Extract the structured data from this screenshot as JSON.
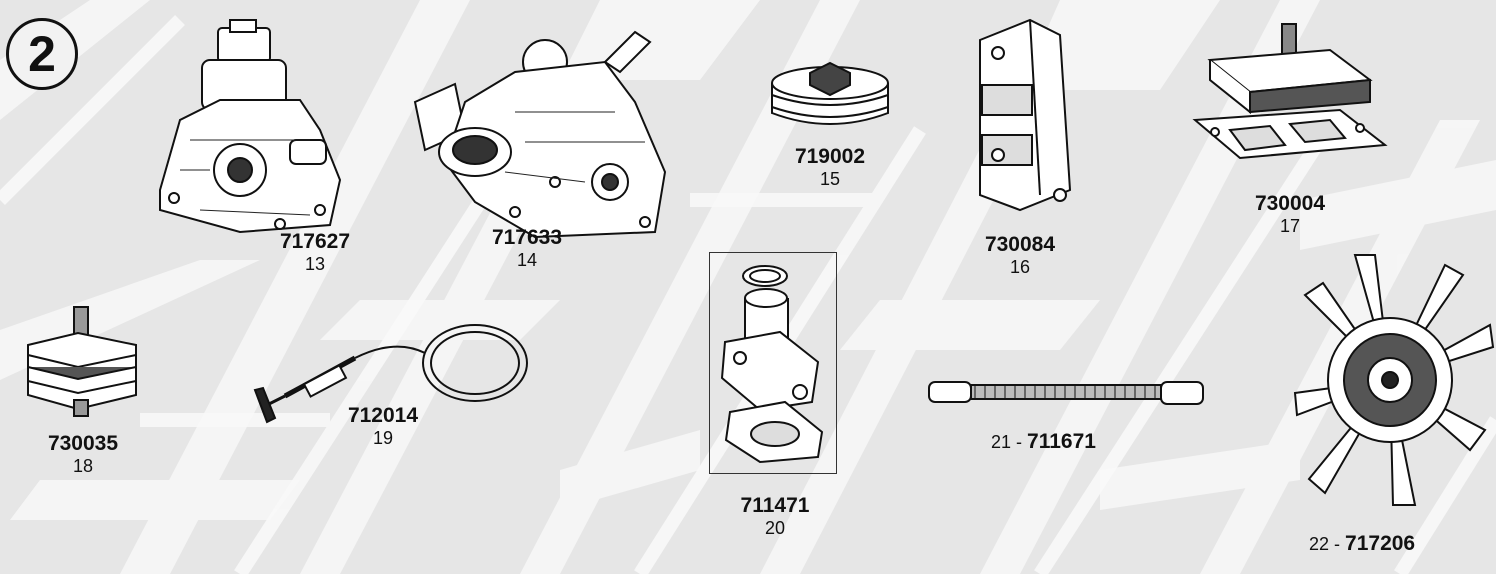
{
  "page": {
    "number": "2"
  },
  "colors": {
    "background": "#e8e8e8",
    "pattern": "#ffffff",
    "ink": "#111111"
  },
  "parts": [
    {
      "code": "717627",
      "number": "13",
      "icon": "water-pump-icon"
    },
    {
      "code": "717633",
      "number": "14",
      "icon": "water-pump-large-icon"
    },
    {
      "code": "719002",
      "number": "15",
      "icon": "filter-wrench-cap-icon"
    },
    {
      "code": "730084",
      "number": "16",
      "icon": "engine-mount-block-icon"
    },
    {
      "code": "730004",
      "number": "17",
      "icon": "engine-mount-flat-icon"
    },
    {
      "code": "730035",
      "number": "18",
      "icon": "rubber-mount-icon"
    },
    {
      "code": "712014",
      "number": "19",
      "icon": "throttle-cable-icon"
    },
    {
      "code": "711471",
      "number": "20",
      "icon": "thermostat-housing-icon"
    },
    {
      "code": "711671",
      "number": "21",
      "separator": " - ",
      "icon": "flexible-pipe-icon"
    },
    {
      "code": "717206",
      "number": "22",
      "separator": " - ",
      "icon": "cooling-fan-icon"
    }
  ]
}
